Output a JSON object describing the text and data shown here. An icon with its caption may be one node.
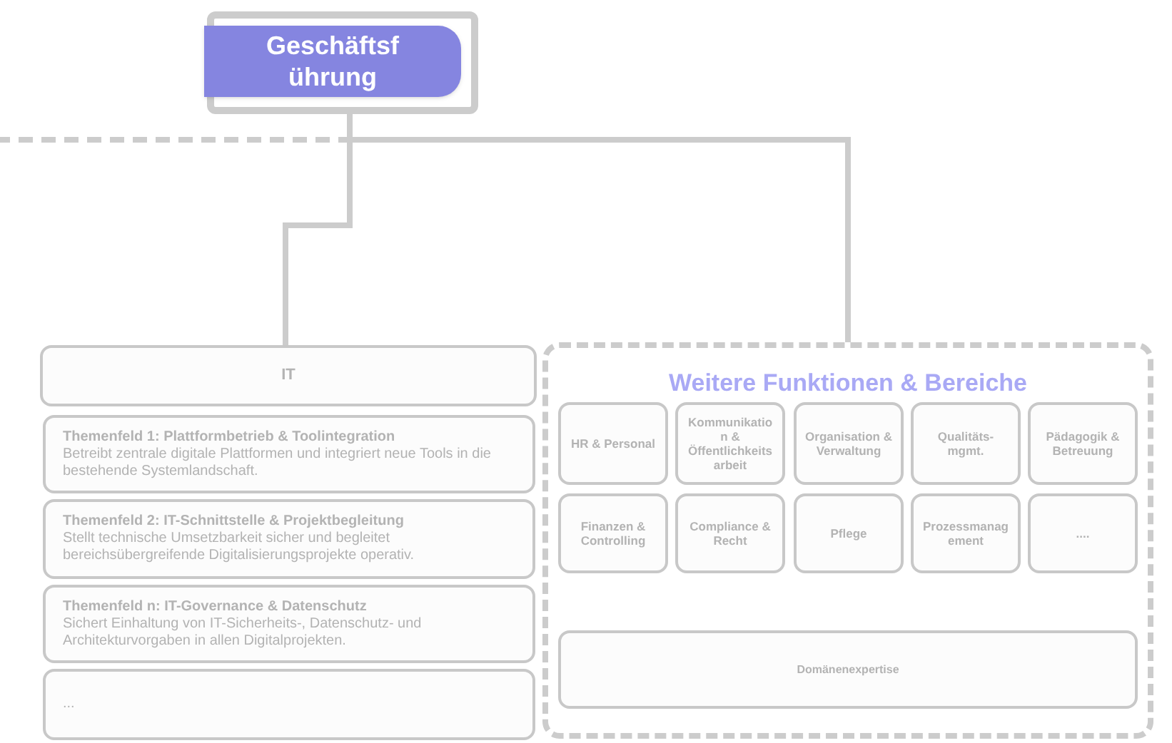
{
  "diagram": {
    "nodes": [
      {
        "text": [
          "Geschäftsführung"
        ]
      },
      {
        "text": [
          "IT"
        ]
      },
      {
        "text": [
          "Themenfeld 1: Plattformbetrieb & Toolintegration",
          "Betreibt zentrale digitale Plattformen und integriert neue Tools in die bestehende Systemlandschaft."
        ]
      },
      {
        "text": [
          "Themenfeld 2: IT-Schnittstelle & Projektbegleitung",
          "Stellt technische Umsetzbarkeit sicher und begleitet bereichsübergreifende Digitalisierungsprojekte operativ."
        ]
      },
      {
        "text": [
          "Themenfeld n: IT-Governance & Datenschutz",
          "Sichert Einhaltung von IT-Sicherheits-, Datenschutz- und Architekturvorgaben in allen Digitalprojekten."
        ]
      },
      {
        "text": [
          "..."
        ]
      },
      {
        "text": [
          "Weitere Funktionen & Bereiche"
        ]
      },
      {
        "text": [
          "HR & Personal"
        ],
        "in": 6
      },
      {
        "text": [
          "Kommunikation & Öffentlichkeitsarbeit"
        ],
        "in": 6
      },
      {
        "text": [
          "Organisation & Verwaltung"
        ],
        "in": 6
      },
      {
        "text": [
          "Qualitäts-mgmt."
        ],
        "in": 6
      },
      {
        "text": [
          "Pädagogik & Betreuung"
        ],
        "in": 6
      },
      {
        "text": [
          "Finanzen & Controlling"
        ],
        "in": 6
      },
      {
        "text": [
          "Compliance & Recht"
        ],
        "in": 6
      },
      {
        "text": [
          "Pflege"
        ],
        "in": 6
      },
      {
        "text": [
          "Prozessmanagement"
        ],
        "in": 6
      },
      {
        "text": [
          "...."
        ],
        "in": 6
      },
      {
        "text": [
          "Domänenexpertise"
        ],
        "in": 6
      }
    ],
    "edges": [
      {
        "from": 0,
        "to": 1,
        "arrow": "none"
      },
      {
        "from": 0,
        "to": 6,
        "arrow": "none"
      },
      {
        "from": 0,
        "to": null,
        "arrow": "none",
        "style": "dashed"
      }
    ]
  }
}
